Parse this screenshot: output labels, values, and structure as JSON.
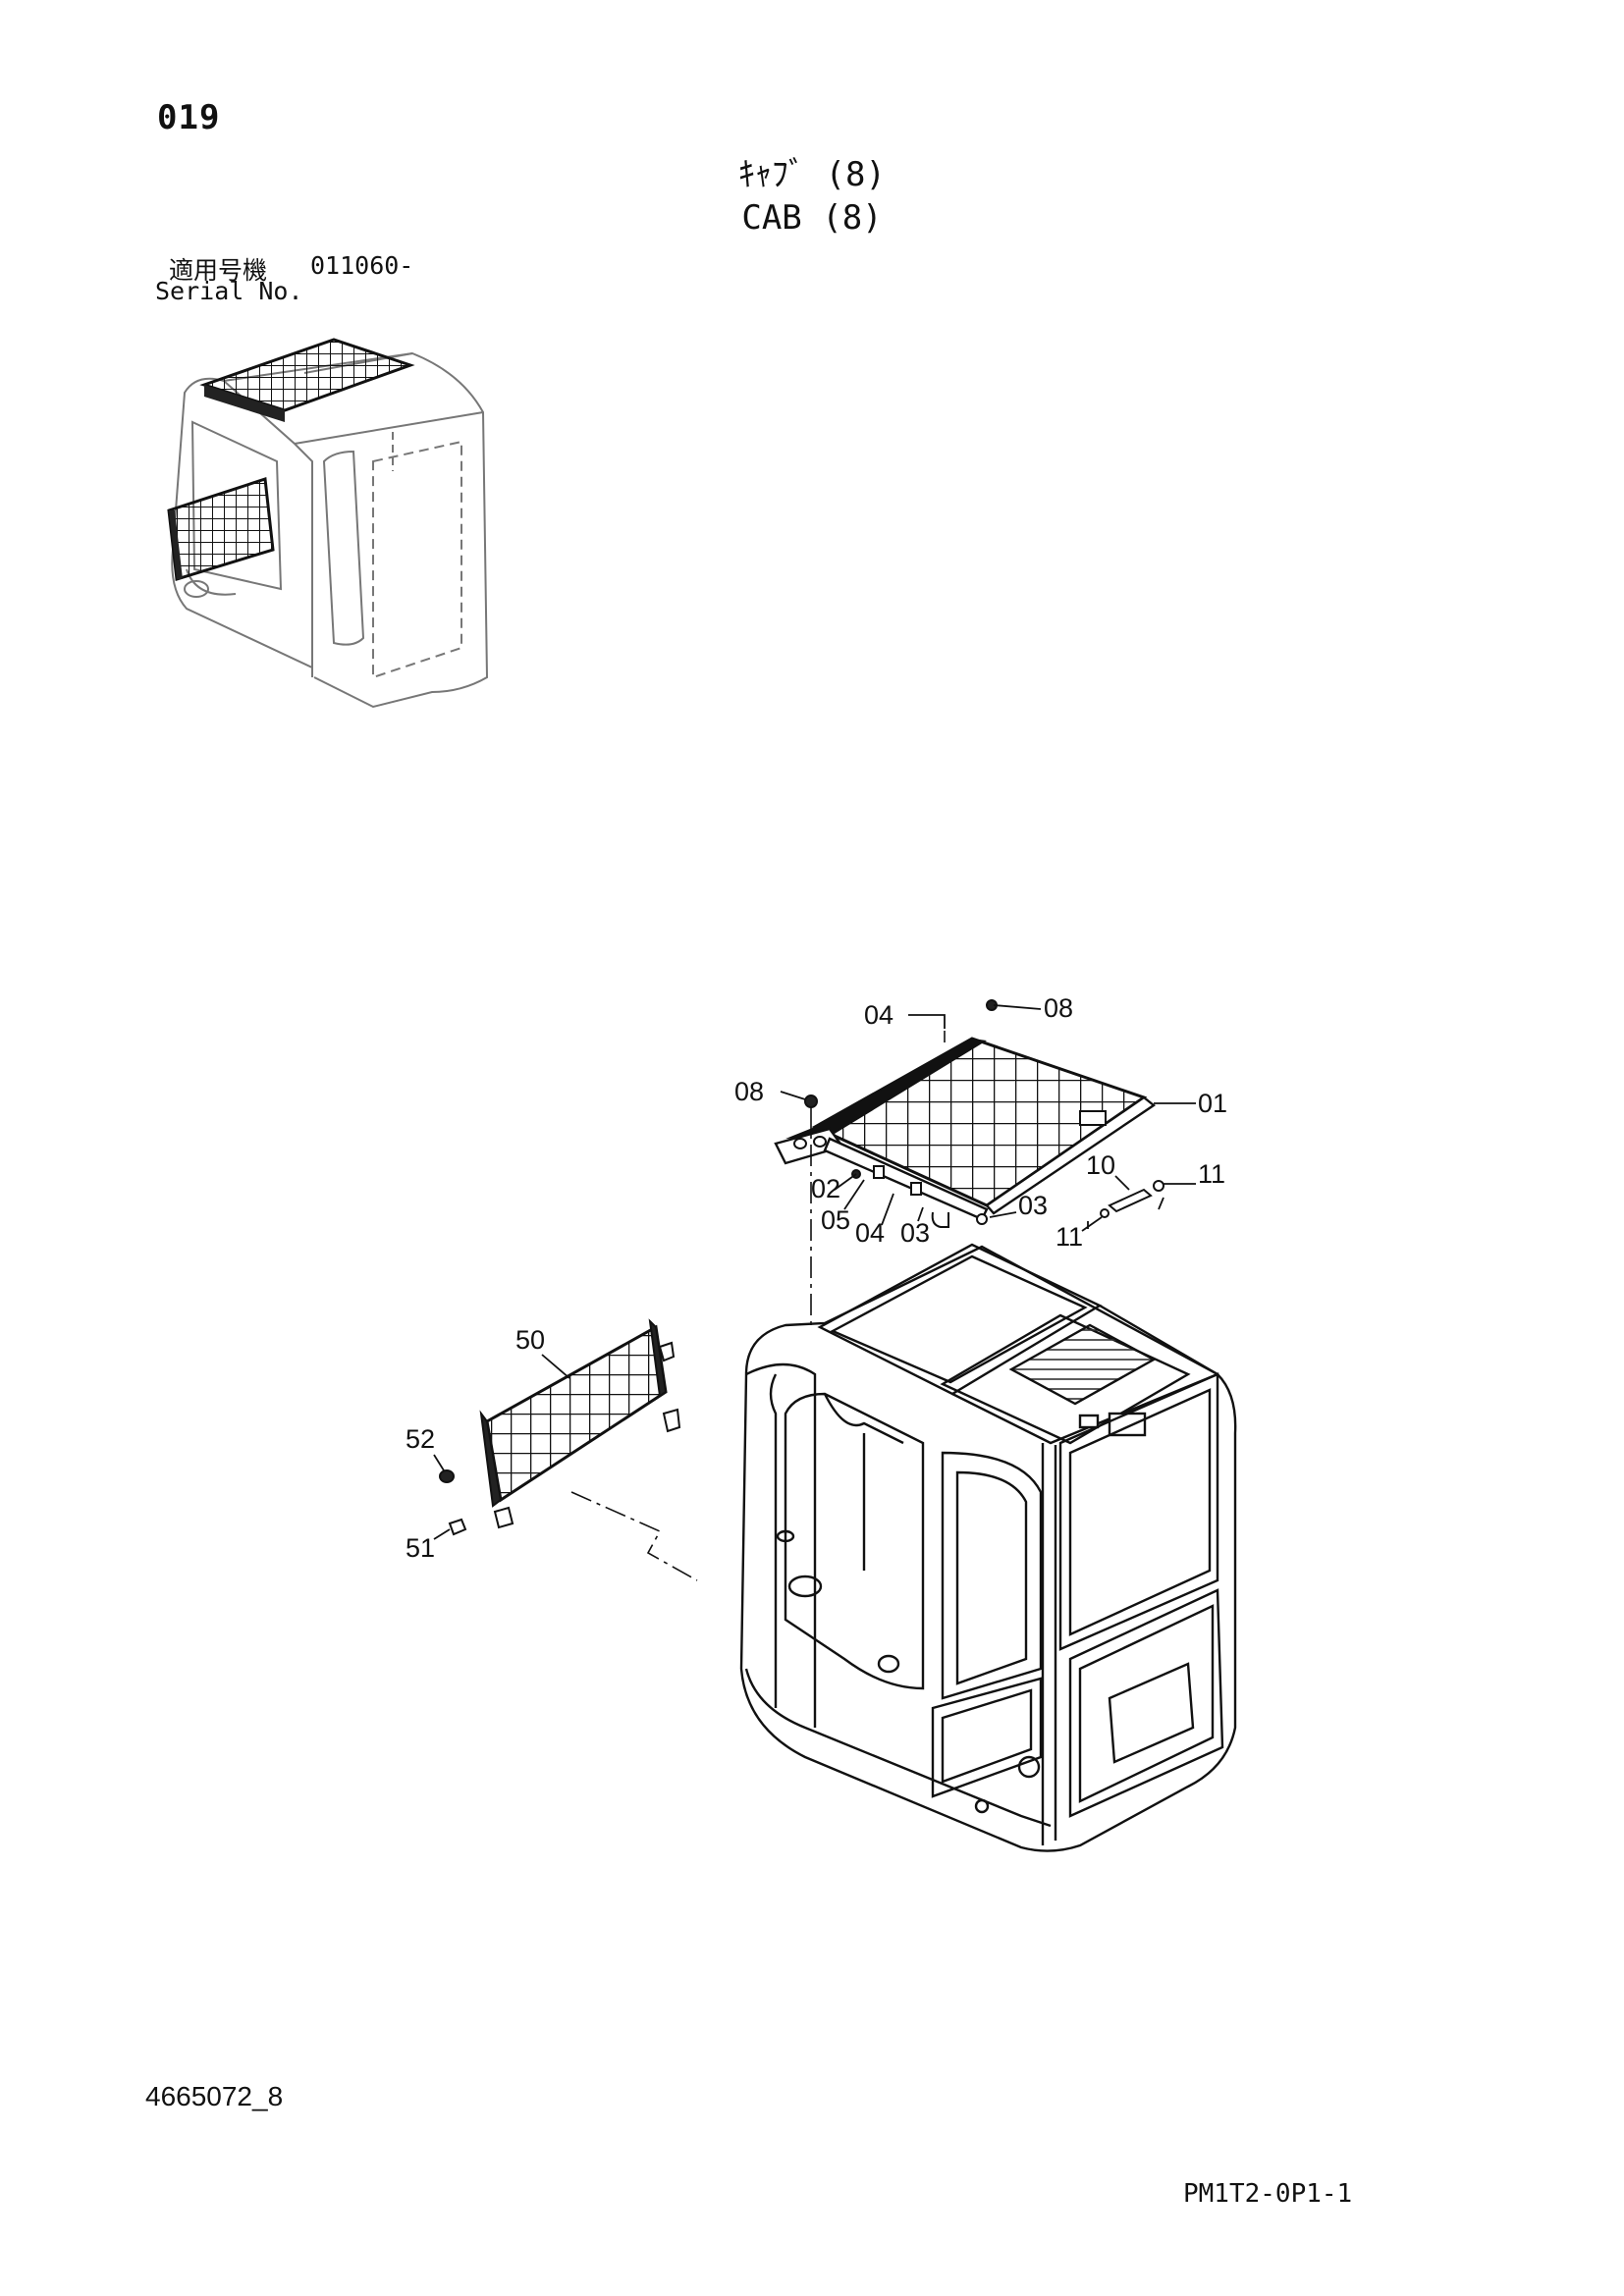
{
  "header": {
    "page_number": "019",
    "title_jp": "ｷｬﾌﾞ (8)",
    "title_en": "CAB (8)"
  },
  "serial": {
    "label_jp": "適用号機",
    "value": "011060-",
    "label_en": "Serial No."
  },
  "footer": {
    "document_id": "4665072_8",
    "sheet_code": "PM1T2-0P1-1"
  },
  "callouts": {
    "c04_top": "04",
    "c08_right": "08",
    "c08_left": "08",
    "c01": "01",
    "c10": "10",
    "c11_upper": "11",
    "c02": "02",
    "c05": "05",
    "c04_low": "04",
    "c03_low": "03",
    "c03_right": "03",
    "c11_lower": "11",
    "c50": "50",
    "c52": "52",
    "c51": "51"
  }
}
